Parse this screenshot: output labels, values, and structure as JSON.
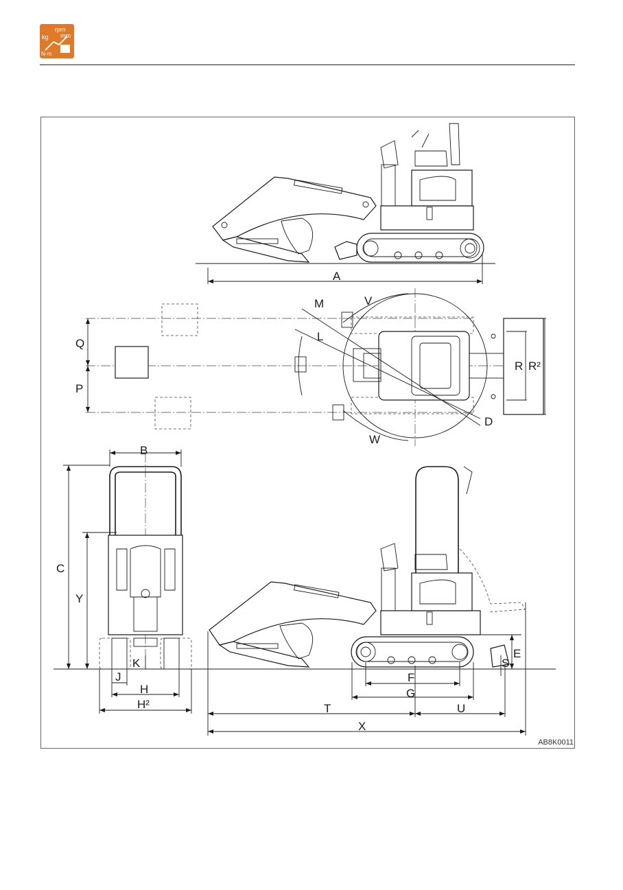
{
  "logo": {
    "icon": "rpm-mm-kg-nm-specs-icon",
    "brand_color": "#e07a28",
    "text_rpm": "rpm",
    "text_mm": "mm",
    "text_kg": "kg",
    "text_nm": "N-m"
  },
  "figure": {
    "code": "AB8K0011",
    "labels": {
      "A": "A",
      "B": "B",
      "C": "C",
      "D": "D",
      "E": "E",
      "F": "F",
      "G": "G",
      "H": "H",
      "H2": "H²",
      "J": "J",
      "K": "K",
      "L": "L",
      "M": "M",
      "P": "P",
      "Q": "Q",
      "R": "R",
      "R2": "R²",
      "S": "S",
      "T": "T",
      "U": "U",
      "V": "V",
      "W": "W",
      "X": "X",
      "Y": "Y"
    }
  }
}
